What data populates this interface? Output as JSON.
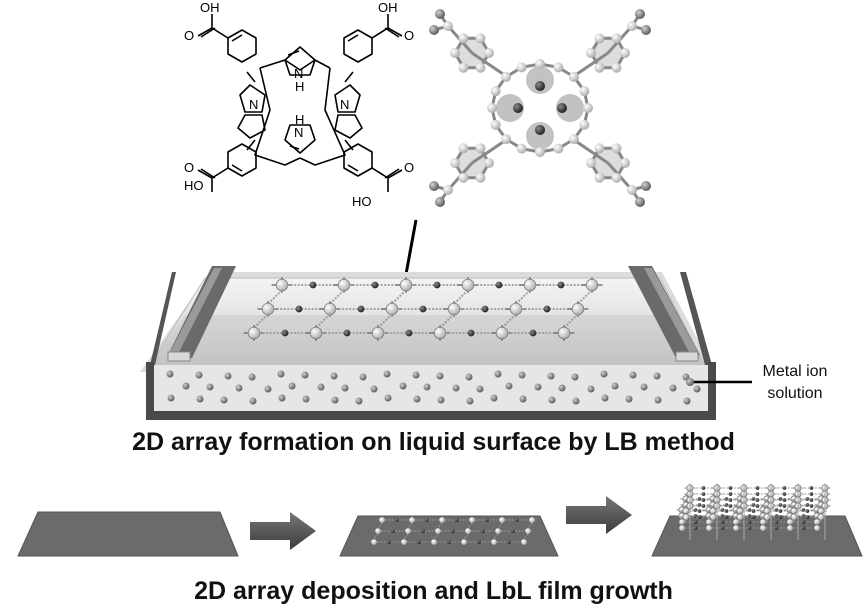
{
  "molecule": {
    "atom_labels": {
      "oh": "OH",
      "ho": "HO",
      "o": "O",
      "nh_n": "N",
      "nh_h": "H",
      "n": "N"
    }
  },
  "trough": {
    "label_line1": "Metal ion",
    "label_line2": "solution"
  },
  "captions": {
    "top": "2D array formation on liquid surface by LB method",
    "bottom": "2D array deposition and LbL film growth"
  },
  "colors": {
    "trough_frame": "#4a4a4a",
    "liquid": "#e6e6e6",
    "arrow": "#555555",
    "substrate": "#6b6b6b"
  }
}
